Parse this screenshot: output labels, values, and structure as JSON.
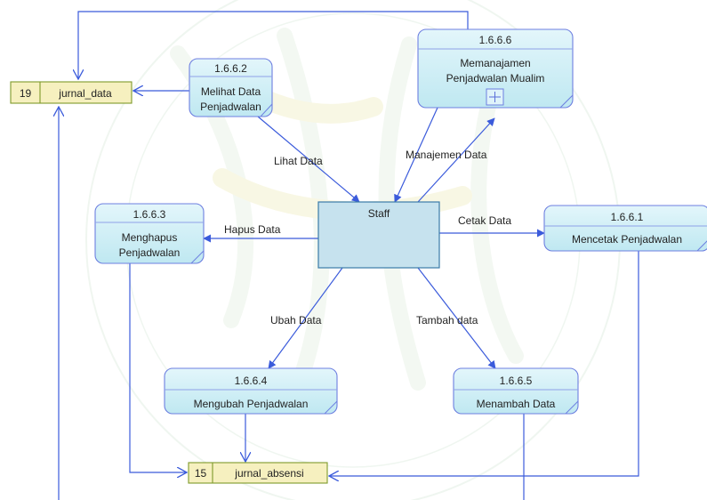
{
  "colors": {
    "line": "#3b5bdb",
    "process_fill_top": "#d9f2f9",
    "process_fill_bottom": "#b9e6f0",
    "process_stroke": "#6d7fe0",
    "process_line": "#8fa1e8",
    "entity_fill": "#c7e3ee",
    "entity_stroke": "#3a7ca8",
    "store_fill": "#f5efbd",
    "store_stroke": "#7e9a2a",
    "flow_label": "#333333",
    "watermark": "#e7f2e9"
  },
  "entity": {
    "label": "Staff"
  },
  "processes": [
    {
      "id": "1.6.6.2",
      "lines": [
        "Melihat Data",
        "Penjadwalan"
      ]
    },
    {
      "id": "1.6.6.6",
      "lines": [
        "Memanajamen",
        "Penjadwalan Mualim"
      ],
      "expand_icon": "plus-icon"
    },
    {
      "id": "1.6.6.3",
      "lines": [
        "Menghapus",
        "Penjadwalan"
      ]
    },
    {
      "id": "1.6.6.1",
      "lines": [
        "Mencetak Penjadwalan"
      ]
    },
    {
      "id": "1.6.6.4",
      "lines": [
        "Mengubah Penjadwalan"
      ]
    },
    {
      "id": "1.6.6.5",
      "lines": [
        "Menambah Data"
      ]
    }
  ],
  "datastores": [
    {
      "num": "19",
      "name": "jurnal_data"
    },
    {
      "num": "15",
      "name": "jurnal_absensi"
    }
  ],
  "flow_labels": {
    "lihat": "Lihat Data",
    "manajemen": "Manajemen Data",
    "hapus": "Hapus Data",
    "cetak": "Cetak Data",
    "ubah": "Ubah Data",
    "tambah": "Tambah data"
  }
}
